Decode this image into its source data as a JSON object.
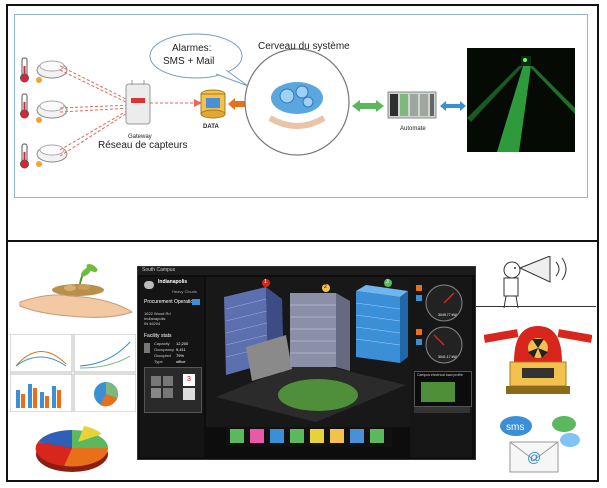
{
  "diagram": {
    "bubble_text_line1": "Alarmes:",
    "bubble_text_line2": "SMS + Mail",
    "brain_title": "Cerveau du système",
    "gateway_label": "Gateway",
    "network_label": "Réseau de capteurs",
    "data_label": "DATA",
    "automate_label": "Automate"
  },
  "dashboard": {
    "site_name": "South Campus",
    "city": "Indianapolis",
    "weather": "Heavy Clouds",
    "section_title": "Procurement Operations",
    "address_line1": "1622 Wood Rd",
    "address_line2": "Indianapolis",
    "address_line3": "IN 46204",
    "facility_stats_label": "Facility stats",
    "stats": [
      {
        "label": "Capacity",
        "value": "12,200"
      },
      {
        "label": "Occupancy",
        "value": "9,411"
      },
      {
        "label": "Occupied",
        "value": "79%"
      },
      {
        "label": "Type",
        "value": "office"
      }
    ],
    "building_badges": [
      "1",
      "2",
      "3"
    ],
    "floor_number": "3",
    "gauge1_value": "3049.77 kW",
    "gauge2_value": "3041.17 kW",
    "profile_title": "Campus electrical load profile"
  },
  "colors": {
    "accent_orange": "#e8701a",
    "accent_green": "#5cb85c",
    "accent_blue": "#3a8fd6",
    "warning_red": "#d8261c"
  }
}
